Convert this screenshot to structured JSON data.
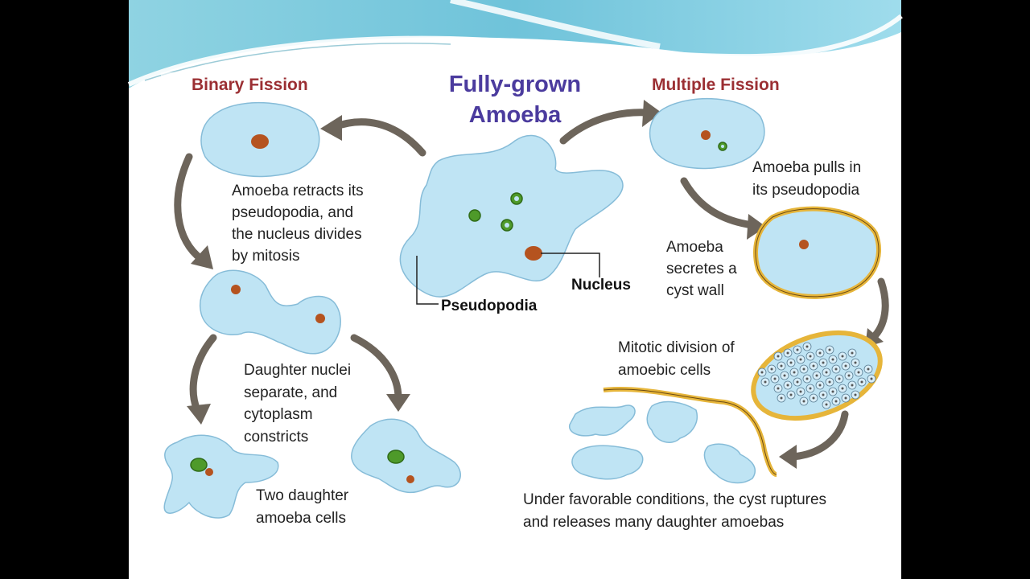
{
  "slide": {
    "title_center": [
      "Fully-grown",
      "Amoeba"
    ],
    "binary_fission": {
      "heading": "Binary Fission",
      "step1": [
        "Amoeba retracts its",
        "pseudopodia, and",
        "the nucleus divides",
        "by mitosis"
      ],
      "step2": [
        "Daughter nuclei",
        "separate, and",
        "cytoplasm",
        "constricts"
      ],
      "step3": [
        "Two daughter",
        "amoeba cells"
      ]
    },
    "multiple_fission": {
      "heading": "Multiple Fission",
      "step1": [
        "Amoeba pulls in",
        "its pseudopodia"
      ],
      "step2": [
        "Amoeba",
        "secretes a",
        "cyst wall"
      ],
      "step3": [
        "Mitotic division of",
        "amoebic cells"
      ],
      "step4": [
        "Under favorable conditions, the cyst ruptures",
        "and releases many daughter amoebas"
      ]
    },
    "labels": {
      "nucleus": "Nucleus",
      "pseudopodia": "Pseudopodia"
    }
  },
  "colors": {
    "heading_red": "#9b2f33",
    "heading_blue": "#4b3b9e",
    "cell": "#bfe4f4",
    "arrow": "#6d655b",
    "cyst_wall": "#e6b53a"
  }
}
